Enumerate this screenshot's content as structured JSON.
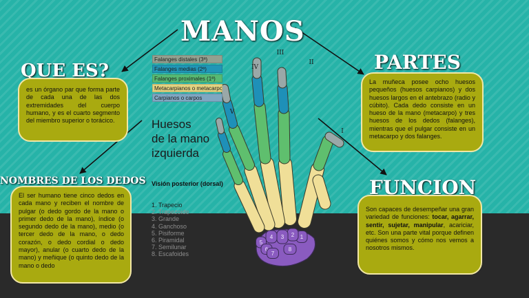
{
  "title": "MANOS",
  "que_es": {
    "title": "QUE ES?",
    "text": "es un órgano par que forma parte de cada una de las dos extremidades del cuerpo humano, y es el cuarto segmento del miembro superior o torácico."
  },
  "partes": {
    "title": "PARTES",
    "text": "La muñeca posee ocho huesos pequeños (huesos carpianos) y dos huesos largos en el antebrazo (radio y cúbito). Cada dedo consiste en un hueso de la mano (metacarpo) y tres huesos de los dedos (falanges), mientras que el pulgar consiste en un metacarpo y dos falanges."
  },
  "nombres": {
    "title": "NOMBRES DE LOS DEDOS",
    "text": "El ser humano tiene cinco dedos en cada mano y reciben el nombre de pulgar (o dedo gordo de la mano o primer dedo de la mano), índice (o segundo dedo de la mano), medio (o tercer dedo de la mano, o dedo corazón, o dedo cordial o dedo mayor), anular (o cuarto dedo de la mano) y meñique (o quinto dedo de la mano o dedo"
  },
  "funcion": {
    "title": "FUNCION",
    "text_before": "Son capaces de desempeñar una gran variedad de funciones: ",
    "text_bold": "tocar, agarrar, sentir, sujetar, manipular",
    "text_after": ", acariciar, etc. Son una parte vital porque definen quiénes somos y cómo nos vemos a nosotros mismos."
  },
  "legend": [
    {
      "label": "Falanges distales (3ª)",
      "color": "#93a090"
    },
    {
      "label": "Falanges medias (2ª)",
      "color": "#2196b6"
    },
    {
      "label": "Falanges proximales (1ª)",
      "color": "#57ba73"
    },
    {
      "label": "Metacarpianos o metacarpos",
      "color": "#e2d280"
    },
    {
      "label": "Carpianos o carpos",
      "color": "#7fa7c2"
    }
  ],
  "diagram": {
    "heading": "Huesos\nde la mano\nizquierda",
    "view": "Visión posterior (dorsal)",
    "bones": [
      "1. Trapecio",
      "2. Trapezoide",
      "3. Grande",
      "4. Ganchoso",
      "5. Pisiforme",
      "6. Piramidal",
      "7. Semilunar",
      "8. Escafoides"
    ],
    "finger_numerals": [
      "I",
      "II",
      "III",
      "IV",
      "V"
    ],
    "carpal_numbers": [
      "1",
      "2",
      "3",
      "4",
      "5",
      "6",
      "7",
      "8"
    ],
    "colors": {
      "distal": "#9aa8a8",
      "middle": "#1e90b8",
      "proximal": "#5fbf6e",
      "metacarpal": "#f0df98",
      "carpal": "#8a5bc0"
    }
  }
}
